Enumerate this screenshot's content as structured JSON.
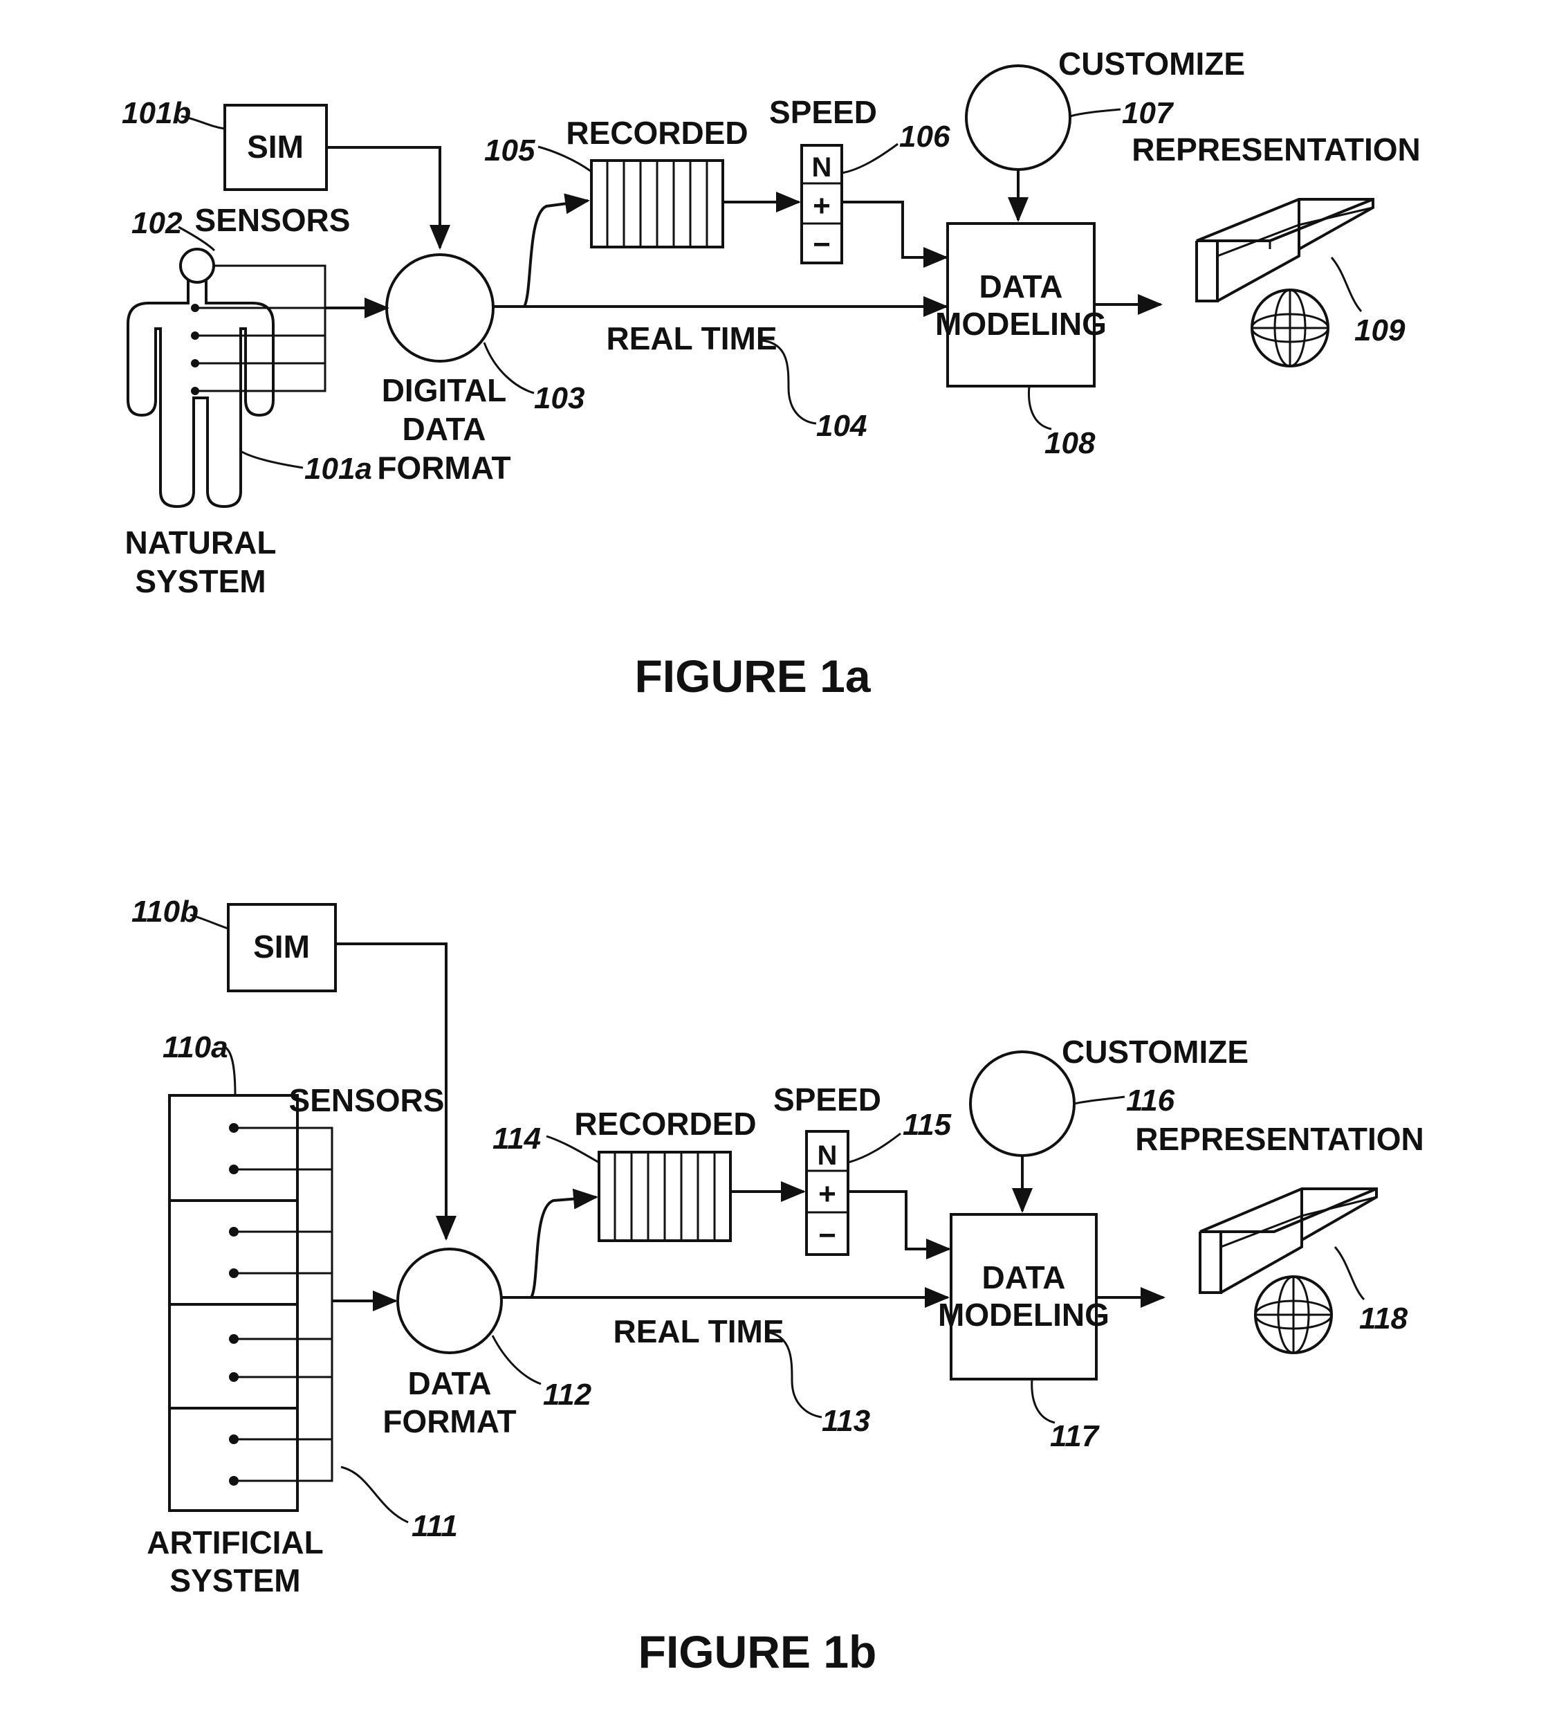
{
  "colors": {
    "ink": "#111111",
    "paper": "#ffffff"
  },
  "fig_a": {
    "caption": "FIGURE 1a",
    "sim": "SIM",
    "sensors": "SENSORS",
    "natural_l1": "NATURAL",
    "natural_l2": "SYSTEM",
    "fmt_l1": "DIGITAL",
    "fmt_l2": "DATA",
    "fmt_l3": "FORMAT",
    "recorded": "RECORDED",
    "speed": "SPEED",
    "speed_n": "N",
    "speed_plus": "+",
    "speed_minus": "−",
    "customize": "CUSTOMIZE",
    "representation": "REPRESENTATION",
    "model_l1": "DATA",
    "model_l2": "MODELING",
    "real_time": "REAL TIME",
    "refs": {
      "r101b": "101b",
      "r102": "102",
      "r101a": "101a",
      "r103": "103",
      "r104": "104",
      "r105": "105",
      "r106": "106",
      "r107": "107",
      "r108": "108",
      "r109": "109"
    }
  },
  "fig_b": {
    "caption": "FIGURE 1b",
    "sim": "SIM",
    "sensors": "SENSORS",
    "artificial_l1": "ARTIFICIAL",
    "artificial_l2": "SYSTEM",
    "fmt_l1": "DATA",
    "fmt_l2": "FORMAT",
    "recorded": "RECORDED",
    "speed": "SPEED",
    "speed_n": "N",
    "speed_plus": "+",
    "speed_minus": "−",
    "customize": "CUSTOMIZE",
    "representation": "REPRESENTATION",
    "model_l1": "DATA",
    "model_l2": "MODELING",
    "real_time": "REAL TIME",
    "refs": {
      "r110b": "110b",
      "r110a": "110a",
      "r111": "111",
      "r112": "112",
      "r113": "113",
      "r114": "114",
      "r115": "115",
      "r116": "116",
      "r117": "117",
      "r118": "118"
    }
  }
}
